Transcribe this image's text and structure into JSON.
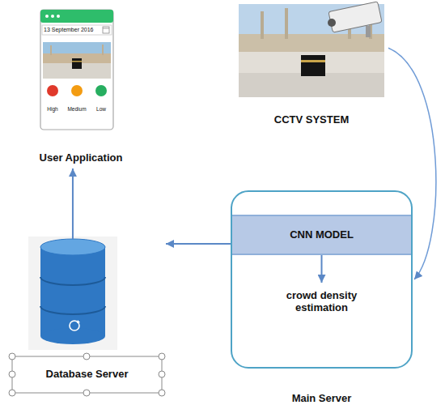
{
  "diagram": {
    "nodes": [
      {
        "text": [
          "13 September 2016",
          "High",
          "Medium",
          "Low",
          "User Application"
        ]
      },
      {
        "text": [
          "CCTV SYSTEM"
        ]
      },
      {
        "text": [
          "Main Server"
        ]
      },
      {
        "text": [
          "CNN MODEL"
        ],
        "in": 2
      },
      {
        "text": [
          "crowd density estimation"
        ],
        "in": 2
      },
      {
        "text": [
          "Database Server"
        ]
      }
    ],
    "edges": [
      {
        "from": 1,
        "to": 2,
        "arrow": "to"
      },
      {
        "from": 2,
        "to": 5,
        "arrow": "to"
      },
      {
        "from": 5,
        "to": 0,
        "arrow": "to"
      },
      {
        "from": 3,
        "to": 4,
        "arrow": "to"
      }
    ]
  }
}
